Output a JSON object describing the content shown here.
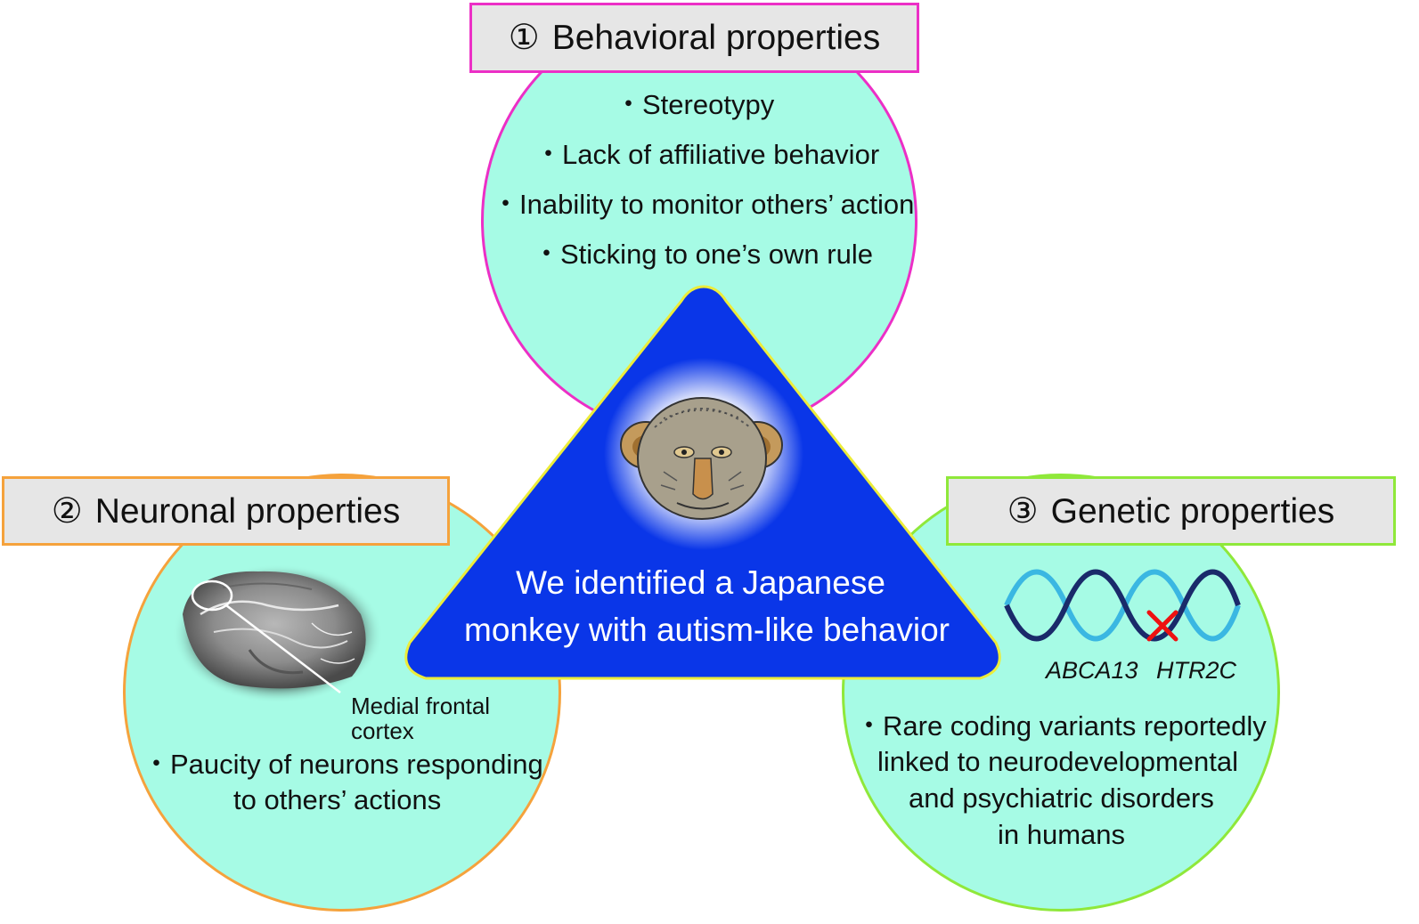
{
  "behavioral": {
    "label_number": "①",
    "label": "Behavioral properties",
    "items": [
      "・Stereotypy",
      "・Lack of affiliative behavior",
      "・Inability to monitor others’ action",
      "・Sticking to one’s own rule"
    ]
  },
  "neuronal": {
    "label_number": "②",
    "label": "Neuronal properties",
    "region_label_line1": "Medial frontal",
    "region_label_line2": "cortex",
    "item_line1": "・Paucity of neurons responding",
    "item_line2": "to others’ actions"
  },
  "genetic": {
    "label_number": "③",
    "label": "Genetic properties",
    "gene1": "ABCA13",
    "gene2": "HTR2C",
    "item_lines": [
      "・Rare coding variants reportedly",
      "linked to neurodevelopmental",
      "and psychiatric disorders",
      "in humans"
    ]
  },
  "center": {
    "line1": "We identified a Japanese",
    "line2": "monkey with autism-like behavior"
  },
  "colors": {
    "circle_fill": "#a6fbe5",
    "behavioral_border": "#ec2fc6",
    "neuronal_border": "#f5a23c",
    "genetic_border": "#8fe83a",
    "triangle_fill": "#0a36e8",
    "triangle_border": "#ecec3a"
  }
}
